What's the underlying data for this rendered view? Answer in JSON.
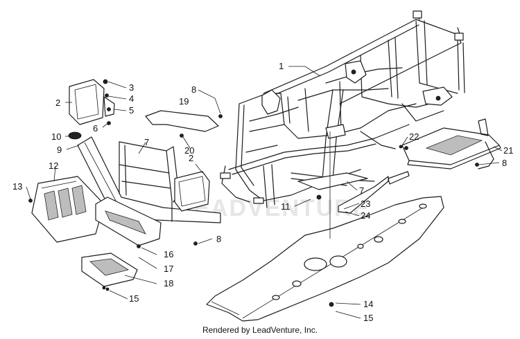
{
  "footer": {
    "text": "Rendered by LeadVenture, Inc."
  },
  "watermark": {
    "text": "LEADVENTURE"
  },
  "callouts": {
    "c1": "1",
    "c2a": "2",
    "c2b": "2",
    "c3": "3",
    "c4": "4",
    "c5": "5",
    "c6": "6",
    "c7a": "7",
    "c7b": "7",
    "c8a": "8",
    "c8b": "8",
    "c8c": "8",
    "c9": "9",
    "c10": "10",
    "c11": "11",
    "c12": "12",
    "c13": "13",
    "c14": "14",
    "c15a": "15",
    "c15b": "15",
    "c16": "16",
    "c17": "17",
    "c18": "18",
    "c19": "19",
    "c20": "20",
    "c21": "21",
    "c22": "22",
    "c23": "23",
    "c24": "24"
  },
  "colors": {
    "line": "#1a1a1a",
    "background": "#ffffff",
    "watermark": "#e6e6e6"
  }
}
